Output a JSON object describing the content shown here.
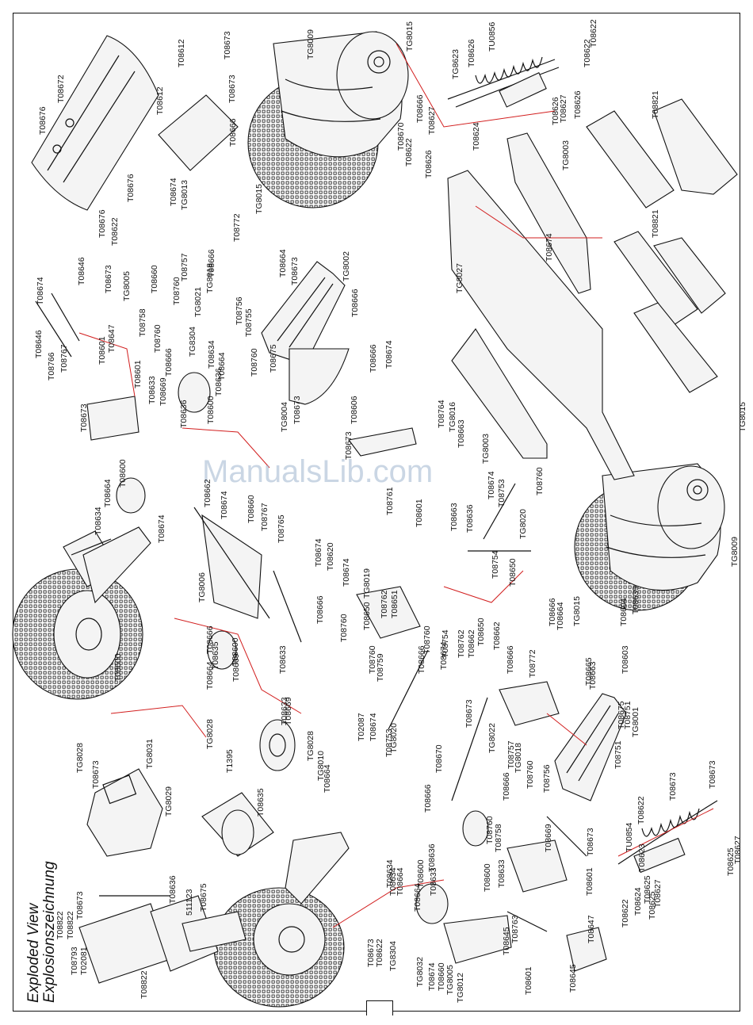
{
  "title": {
    "line1": "Exploded View",
    "line2": "Explosionszeichnung"
  },
  "watermark": "ManualsLib.com",
  "colors": {
    "line": "#111111",
    "leader": "#d21f1f",
    "watermark": "#9fb6cf"
  },
  "labels": [
    "T08676",
    "T08672",
    "T08612",
    "T08673",
    "T08612",
    "T08673",
    "T08666",
    "T08676",
    "T08674",
    "TG8013",
    "T08676",
    "T08622",
    "T08673",
    "TG8005",
    "T08660",
    "T08646",
    "T08674",
    "T08646",
    "T08767",
    "T08766",
    "T08601",
    "T08647",
    "T08601",
    "T08673",
    "T08633",
    "T08669",
    "T08636",
    "T08600",
    "TG8009",
    "TG8015",
    "TG8015",
    "T08772",
    "T08757",
    "T08760",
    "TG8021",
    "TG8018",
    "T08666",
    "T08664",
    "TG8002",
    "T08673",
    "T08666",
    "T08756",
    "T08755",
    "T08758",
    "T08760",
    "T08666",
    "TG8304",
    "T08634",
    "T08664",
    "T08636",
    "T08760",
    "T08675",
    "TG8004",
    "T08673",
    "T08666",
    "T08606",
    "T08674",
    "TG8623",
    "T08626",
    "TU0856",
    "T08622",
    "T08622",
    "T08666",
    "T08627",
    "T08670",
    "T08622",
    "T08624",
    "T08626",
    "T08626",
    "T08627",
    "T08626",
    "TG8003",
    "T08821",
    "TG8027",
    "T08674",
    "T08821",
    "T08764",
    "TG8016",
    "T08663",
    "TG8003",
    "T08674",
    "T08760",
    "T08673",
    "T08761",
    "T08601",
    "T08663",
    "T08636",
    "T08753",
    "TG8020",
    "TG8015",
    "TG8009",
    "T08674",
    "T08600",
    "T08664",
    "T08634",
    "T08662",
    "T08674",
    "T08660",
    "T08767",
    "T08765",
    "T08674",
    "T08620",
    "T08674",
    "TG8019",
    "T08650",
    "T08762",
    "T08651",
    "T08666",
    "T08760",
    "T08754",
    "T08650",
    "T08666",
    "T08664",
    "TG8015",
    "T08639",
    "T08604",
    "T08603",
    "T08751",
    "T08666",
    "T08772",
    "T08665",
    "T08663",
    "TG8006",
    "T08666",
    "T08635",
    "T08664",
    "T08600",
    "T08669",
    "T08633",
    "T08633",
    "T08669",
    "T08600",
    "TG8028",
    "T08673",
    "TG8031",
    "TG8028",
    "T1395",
    "TG8028",
    "TG8010",
    "T08664",
    "T08635",
    "TG8029",
    "T02087",
    "T08674",
    "T08753",
    "TG8020",
    "T08760",
    "T08759",
    "T08666",
    "T08674",
    "T08754",
    "T08760",
    "T08762",
    "T08662",
    "T08650",
    "T08662",
    "T08673",
    "TG8022",
    "T08757",
    "TG8018",
    "T08760",
    "T08756",
    "T08675",
    "TG8001",
    "T08751",
    "T08673",
    "T08673",
    "TU0854",
    "T08622",
    "T08623",
    "T08625",
    "T08627",
    "T08625",
    "T08625",
    "T08627",
    "T08624",
    "T08622",
    "T08670",
    "T08666",
    "T08666",
    "T08760",
    "T08758",
    "T08634",
    "T08664",
    "T08600",
    "T08633",
    "T08636",
    "T08600",
    "T08669",
    "T08633",
    "T08673",
    "T08601",
    "T08763",
    "T08645",
    "T08647",
    "T08645",
    "T08601",
    "TG8032",
    "T08674",
    "T08660",
    "TG8005",
    "TG8012",
    "T08673",
    "T08622",
    "TG8304",
    "T08634",
    "T08664",
    "T08636",
    "511123",
    "T08675",
    "T08822",
    "T08822",
    "T08673",
    "T08793",
    "T02081",
    "T08822",
    "T08674",
    "T08822"
  ]
}
